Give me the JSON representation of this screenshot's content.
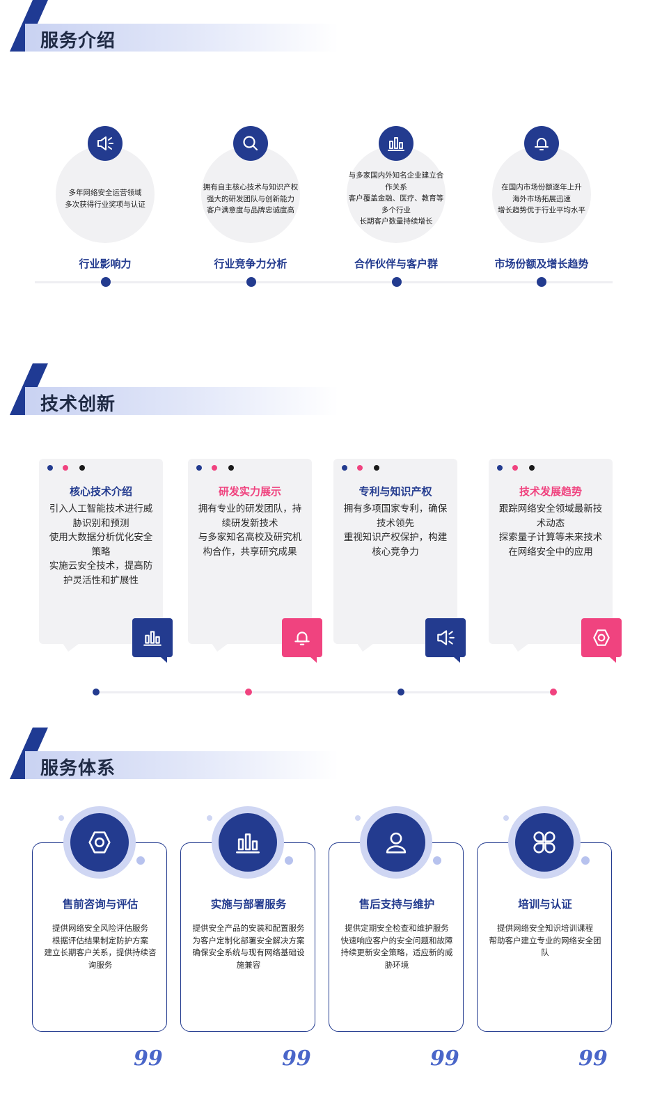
{
  "colors": {
    "navy": "#233b8f",
    "pink": "#f0437f",
    "black": "#1a1a1a",
    "light": "#f2f2f4",
    "halo": "#cfd6f3"
  },
  "sections": [
    {
      "title": "服务介绍"
    },
    {
      "title": "技术创新"
    },
    {
      "title": "服务体系"
    }
  ],
  "intro": [
    {
      "icon": "megaphone-icon",
      "label": "行业影响力",
      "lines": [
        "多年网络安全运营领域",
        "多次获得行业奖项与认证"
      ]
    },
    {
      "icon": "search-icon",
      "label": "行业竞争力分析",
      "lines": [
        "拥有自主核心技术与知识产权",
        "强大的研发团队与创新能力",
        "客户满意度与品牌忠诚度高"
      ]
    },
    {
      "icon": "bar-chart-icon",
      "label": "合作伙伴与客户群",
      "lines": [
        "与多家国内外知名企业建立合",
        "作关系",
        "客户覆盖金融、医疗、教育等",
        "多个行业",
        "长期客户数量持续增长"
      ]
    },
    {
      "icon": "bell-icon",
      "label": "市场份额及增长趋势",
      "lines": [
        "在国内市场份额逐年上升",
        "海外市场拓展迅速",
        "增长趋势优于行业平均水平"
      ]
    }
  ],
  "innovation": [
    {
      "title": "核心技术介绍",
      "accent": "navy",
      "icon": "bar-chart-icon",
      "lines": [
        "引入人工智能技术进行威",
        "胁识别和预测",
        "使用大数据分析优化安全",
        "策略",
        "实施云安全技术，提高防",
        "护灵活性和扩展性"
      ]
    },
    {
      "title": "研发实力展示",
      "accent": "pink",
      "icon": "bell-icon",
      "lines": [
        "拥有专业的研发团队，持",
        "续研发新技术",
        "与多家知名高校及研究机",
        "构合作，共享研究成果"
      ]
    },
    {
      "title": "专利与知识产权",
      "accent": "navy",
      "icon": "megaphone-icon",
      "lines": [
        "拥有多项国家专利，确保",
        "技术领先",
        "重视知识产权保护，构建",
        "核心竞争力"
      ]
    },
    {
      "title": "技术发展趋势",
      "accent": "pink",
      "icon": "hexagon-icon",
      "lines": [
        "跟踪网络安全领域最新技",
        "术动态",
        "探索量子计算等未来技术",
        "在网络安全中的应用"
      ]
    }
  ],
  "services": [
    {
      "title": "售前咨询与评估",
      "icon": "hexagon-icon",
      "lines": [
        "提供网络安全风险评估服务",
        "根据评估结果制定防护方案",
        "建立长期客户关系，提供持续咨",
        "询服务"
      ]
    },
    {
      "title": "实施与部署服务",
      "icon": "bar-chart-icon",
      "lines": [
        "提供安全产品的安装和配置服务",
        "为客户定制化部署安全解决方案",
        "确保安全系统与现有网络基础设",
        "施兼容"
      ]
    },
    {
      "title": "售后支持与维护",
      "icon": "user-icon",
      "lines": [
        "提供定期安全检查和维护服务",
        "快速响应客户的安全问题和故障",
        "持续更新安全策略，适应新的威",
        "胁环境"
      ]
    },
    {
      "title": "培训与认证",
      "icon": "clover-icon",
      "lines": [
        "提供网络安全知识培训课程",
        "帮助客户建立专业的网络安全团",
        "队"
      ]
    }
  ],
  "quote_mark": "99"
}
